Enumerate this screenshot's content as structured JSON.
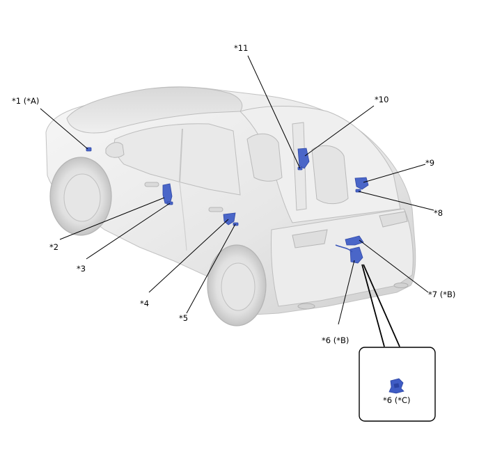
{
  "colors": {
    "component": "#4a66c8",
    "component_dark": "#2f47a6",
    "body_light": "#f4f4f4",
    "body_mid": "#dcdcdc",
    "body_dark": "#bdbdbd",
    "leader": "#000000"
  },
  "callouts": {
    "c1": "*1 (*A)",
    "c2": "*2",
    "c3": "*3",
    "c4": "*4",
    "c5": "*5",
    "c6b": "*6 (*B)",
    "c7b": "*7 (*B)",
    "c8": "*8",
    "c9": "*9",
    "c10": "*10",
    "c11": "*11"
  },
  "inset": {
    "label": "*6 (*C)",
    "icon": "actuator-part-icon"
  }
}
